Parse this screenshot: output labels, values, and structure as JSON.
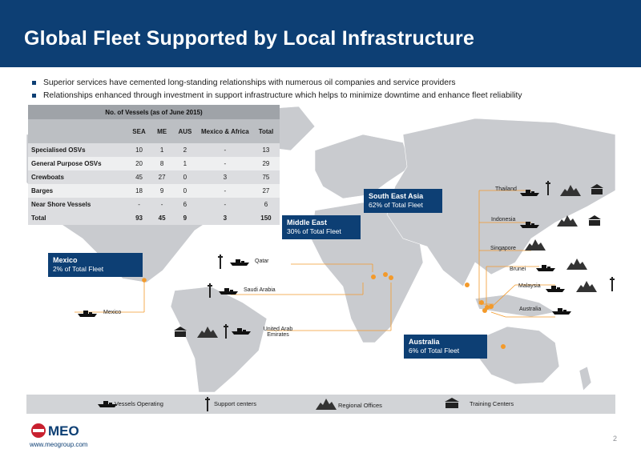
{
  "title": "Global Fleet Supported by Local Infrastructure",
  "bullets": [
    "Superior services have cemented long-standing relationships with numerous oil companies and service providers",
    "Relationships enhanced through investment in support infrastructure which helps to minimize downtime and enhance fleet reliability"
  ],
  "table": {
    "caption": "No. of Vessels (as of  June 2015)",
    "columns": [
      "SEA",
      "ME",
      "AUS",
      "Mexico & Africa",
      "Total"
    ],
    "rows": [
      {
        "label": "Specialised OSVs",
        "values": [
          "10",
          "1",
          "2",
          "-",
          "13"
        ]
      },
      {
        "label": "General Purpose OSVs",
        "values": [
          "20",
          "8",
          "1",
          "-",
          "29"
        ]
      },
      {
        "label": "Crewboats",
        "values": [
          "45",
          "27",
          "0",
          "3",
          "75"
        ]
      },
      {
        "label": "Barges",
        "values": [
          "18",
          "9",
          "0",
          "-",
          "27"
        ]
      },
      {
        "label": "Near Shore Vessels",
        "values": [
          "-",
          "-",
          "6",
          "-",
          "6"
        ]
      },
      {
        "label": "Total",
        "values": [
          "93",
          "45",
          "9",
          "3",
          "150"
        ]
      }
    ]
  },
  "callouts": {
    "mexico": {
      "title": "Mexico",
      "sub": "2% of Total Fleet"
    },
    "middle_east": {
      "title": "Middle East",
      "sub": "30% of Total Fleet"
    },
    "sea": {
      "title": "South East Asia",
      "sub": "62% of Total Fleet"
    },
    "australia": {
      "title": "Australia",
      "sub": "6% of Total Fleet"
    }
  },
  "locations": {
    "qatar": "Qatar",
    "saudi": "Saudi Arabia",
    "uae": "United Arab Emirates",
    "mexico": "Mexico",
    "thailand": "Thailand",
    "indonesia": "Indonesia",
    "singapore": "Singapore",
    "brunei": "Brunei",
    "malaysia": "Malaysia",
    "australia": "Australia"
  },
  "legend": {
    "vessels": "Vessels Operating",
    "support": "Support centers",
    "regional": "Regional Offices",
    "training": "Training Centers"
  },
  "footer": {
    "logo_text": "MEO",
    "url": "www.meogroup.com",
    "page": "2"
  },
  "colors": {
    "brand": "#0d3f74",
    "marker": "#f39a2b",
    "land": "#c9cbcf"
  }
}
